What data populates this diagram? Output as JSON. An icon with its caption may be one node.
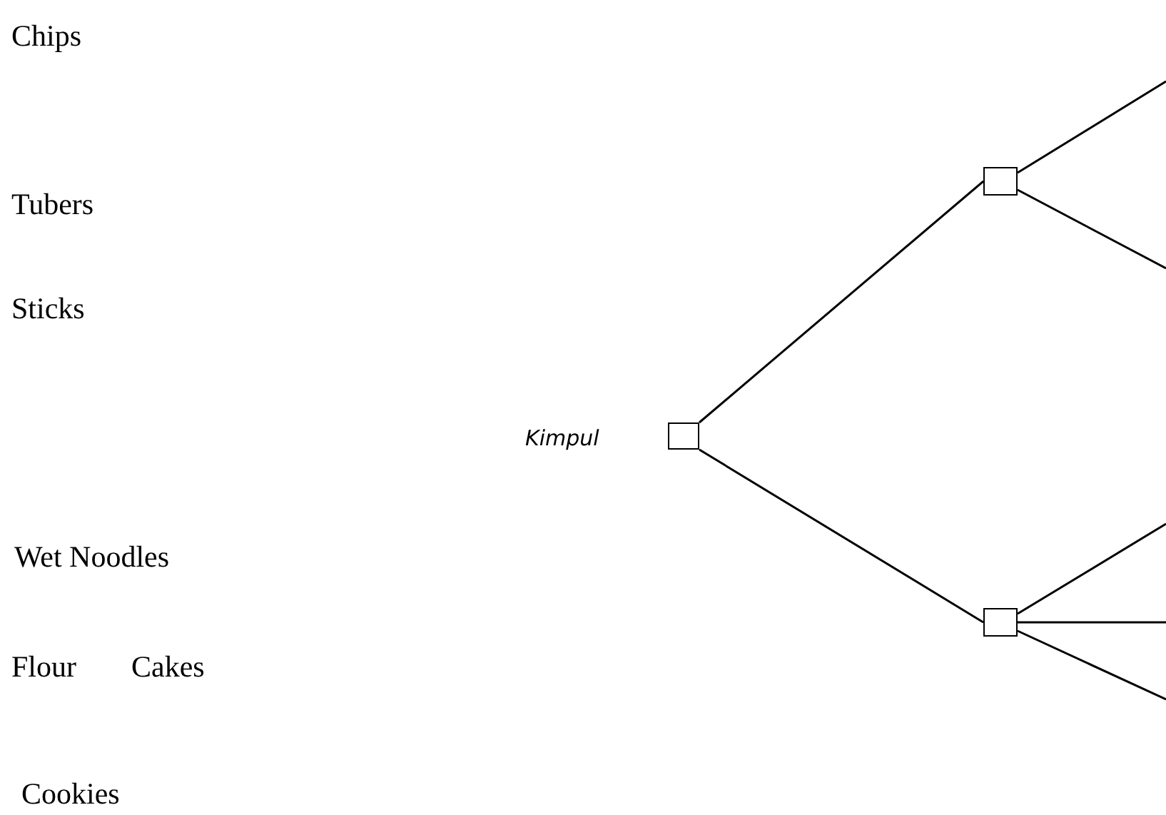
{
  "diagram": {
    "nodes": [
      {
        "text": [],
        "shape": "box",
        "beside": [
          "Kimpul"
        ]
      },
      {
        "text": [],
        "shape": "box"
      },
      {
        "text": [],
        "shape": "box"
      }
    ],
    "edges": [
      {
        "from": 0,
        "to": 1,
        "arrow": "none"
      },
      {
        "from": 0,
        "to": 2,
        "arrow": "none"
      },
      {
        "from": 1,
        "to": null,
        "arrow": "none"
      },
      {
        "from": 1,
        "to": null,
        "arrow": "none"
      },
      {
        "from": 2,
        "to": null,
        "arrow": "none"
      },
      {
        "from": 2,
        "to": null,
        "arrow": "none"
      },
      {
        "from": 2,
        "to": null,
        "arrow": "none"
      }
    ],
    "labels": [
      "Chips",
      "Tubers",
      "Sticks",
      "Wet Noodles",
      "Flour",
      "Cakes",
      "Cookies"
    ]
  }
}
